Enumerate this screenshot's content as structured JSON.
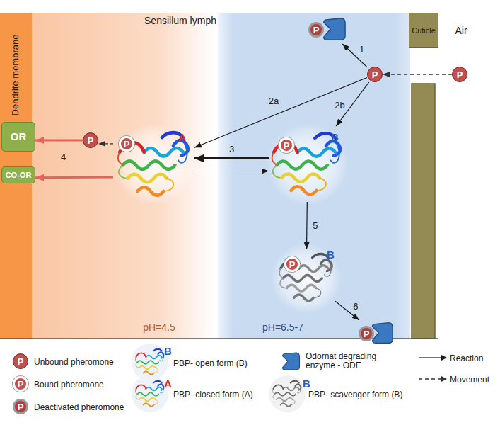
{
  "diagram": {
    "nodes": [
      {
        "text": [
          "Dendrite membrane"
        ]
      },
      {
        "text": [
          "pH=4.5"
        ]
      },
      {
        "text": [
          "pH=6.5-7"
        ]
      },
      {
        "text": [
          "Cuticle"
        ]
      },
      {
        "text": [
          "OR"
        ],
        "in": 0
      },
      {
        "text": [
          "CO-OR"
        ],
        "in": 0
      },
      {
        "text": [
          "P"
        ]
      },
      {
        "text": [
          "P"
        ],
        "in": 2
      },
      {
        "text": [
          "P"
        ],
        "in": 2
      },
      {
        "text": [
          "P",
          "A"
        ],
        "in": 1
      },
      {
        "text": [
          "P"
        ],
        "in": 1
      },
      {
        "text": [
          "P",
          "B"
        ],
        "in": 2
      },
      {
        "text": [
          "P",
          "B"
        ],
        "in": 2
      },
      {
        "text": [
          "P"
        ],
        "in": 2
      }
    ],
    "edges": [
      {
        "from": 6,
        "to": 7,
        "arrow": "to"
      },
      {
        "from": 7,
        "to": 8,
        "arrow": "to",
        "label": "1"
      },
      {
        "from": 7,
        "to": 9,
        "arrow": "to",
        "label": "2a"
      },
      {
        "from": 7,
        "to": 11,
        "arrow": "to",
        "label": "2b"
      },
      {
        "from": 11,
        "to": 9,
        "arrow": "to",
        "label": "3"
      },
      {
        "from": 9,
        "to": 11,
        "arrow": "to"
      },
      {
        "from": 9,
        "to": 10,
        "arrow": "to"
      },
      {
        "from": 10,
        "to": 4,
        "arrow": "to",
        "label": "4"
      },
      {
        "from": 9,
        "to": 5,
        "arrow": "to"
      },
      {
        "from": 11,
        "to": 12,
        "arrow": "to",
        "label": "5"
      },
      {
        "from": 12,
        "to": 13,
        "arrow": "to",
        "label": "6"
      }
    ],
    "labels": [
      "Sensillum lymph",
      "Air",
      "P",
      "P",
      "P",
      "B",
      "A",
      "B"
    ],
    "legend": [
      {
        "text": "Unbound pheromone"
      },
      {
        "text": "Bound pheromone"
      },
      {
        "text": "Deactivated pheromone"
      },
      {
        "text": "PBP- open form (B)"
      },
      {
        "text": "PBP- closed form (A)"
      },
      {
        "text": "Odornat degrading enzyme - ODE"
      },
      {
        "text": "PBP- scavenger form (B)"
      },
      {
        "text": "Reaction"
      },
      {
        "text": "Movement"
      }
    ]
  }
}
